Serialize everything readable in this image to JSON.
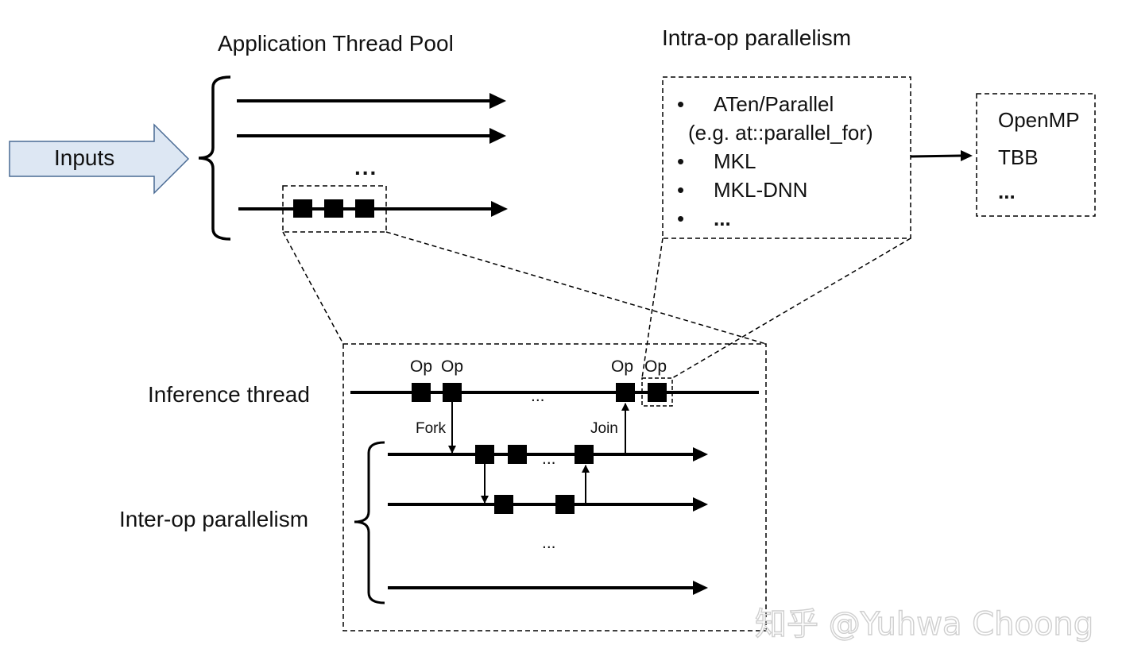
{
  "app_pool": {
    "title": "Application Thread Pool",
    "inputs_label": "Inputs",
    "ellipsis": "..."
  },
  "intra_op": {
    "title": "Intra-op parallelism",
    "items": [
      {
        "bullet": "•",
        "text": "ATen/Parallel"
      },
      {
        "bullet": "",
        "text": "(e.g. at::parallel_for)"
      },
      {
        "bullet": "•",
        "text": "MKL"
      },
      {
        "bullet": "•",
        "text": "MKL-DNN"
      },
      {
        "bullet": "•",
        "text": "..."
      }
    ]
  },
  "backends": {
    "items": [
      "OpenMP",
      "TBB",
      "..."
    ]
  },
  "inference": {
    "thread_label": "Inference thread",
    "op_labels": [
      "Op",
      "Op",
      "Op",
      "Op"
    ],
    "ellipsis": "...",
    "fork_label": "Fork",
    "join_label": "Join"
  },
  "inter_op": {
    "label": "Inter-op parallelism",
    "ellipsis_row1": "...",
    "ellipsis_rows": "..."
  },
  "watermark": "知乎 @Yuhwa Choong",
  "colors": {
    "line": "#000000",
    "inputs_arrow_fill": "#dde7f3",
    "inputs_arrow_stroke": "#4a6b94",
    "watermark": "#cfcfcf"
  }
}
